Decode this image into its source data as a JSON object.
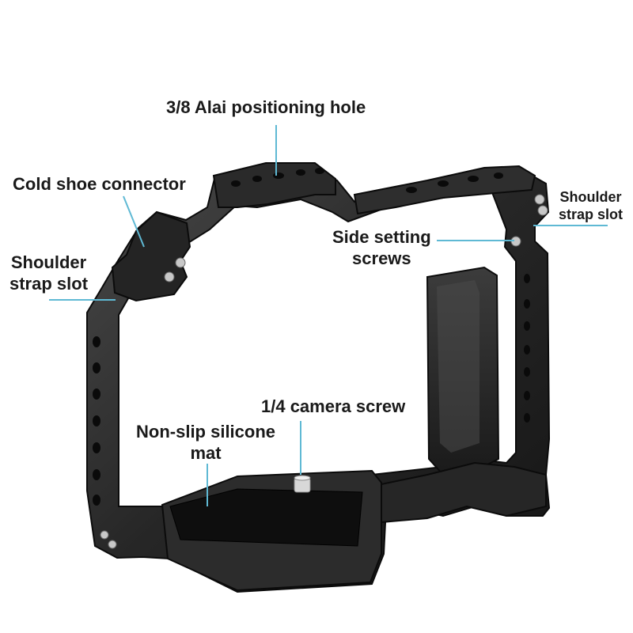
{
  "labels": {
    "alai_hole": "3/8 Alai positioning hole",
    "cold_shoe": "Cold shoe connector",
    "shoulder_left": [
      "Shoulder",
      "strap slot"
    ],
    "side_screws": [
      "Side setting",
      "screws"
    ],
    "shoulder_right": [
      "Shoulder",
      "strap slot"
    ],
    "camera_screw": "1/4 camera screw",
    "silicone_mat": [
      "Non-slip silicone",
      "mat"
    ]
  },
  "colors": {
    "leader_line": "#5fb9d4",
    "metal_dark": "#1c1c1c",
    "metal_mid": "#3a3a3a",
    "metal_light": "#5a5a5a",
    "mat": "#0e0e0e",
    "label_text": "#1a1a1a"
  },
  "icons": [
    "camera-cage-illustration"
  ]
}
